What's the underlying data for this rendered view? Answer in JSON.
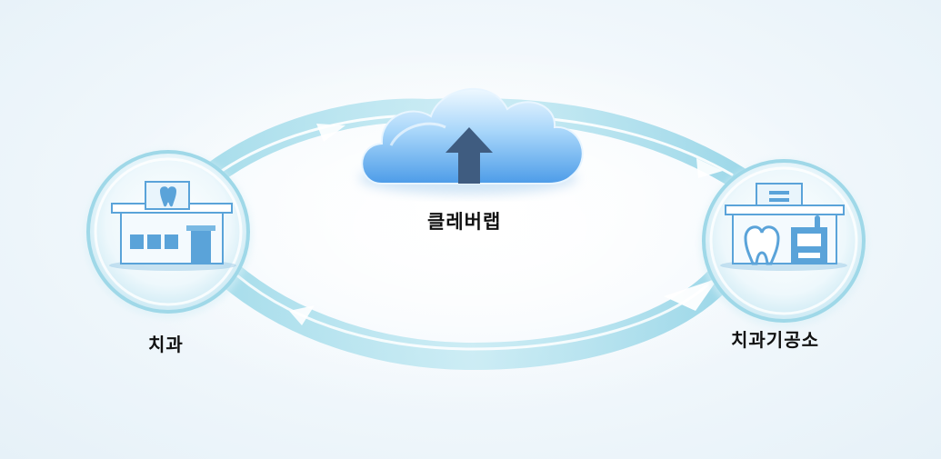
{
  "nodes": {
    "cloud": {
      "label": "클레버랩",
      "icon": "cloud-upload-icon"
    },
    "clinic": {
      "label": "치과",
      "icon": "dental-clinic-building-icon"
    },
    "lab": {
      "label": "치과기공소",
      "icon": "dental-lab-building-icon"
    }
  },
  "colors": {
    "ring": "#8fd3e6",
    "ring_light": "#cfeef6",
    "cloud_top": "#e9f5ff",
    "cloud_bottom": "#5aa8ee",
    "arrow_dark": "#3d5a7d",
    "building": "#5aa3d9",
    "label": "#111111"
  }
}
